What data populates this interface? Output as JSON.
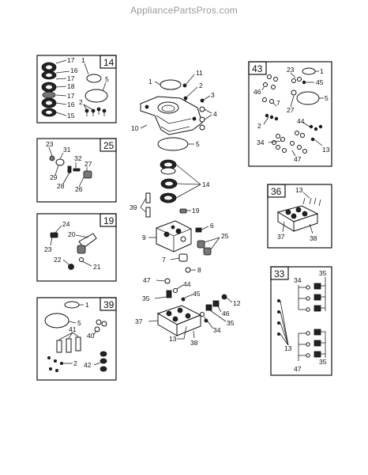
{
  "watermark": "AppliancePartsPros.com",
  "boxes": {
    "b14": {
      "num": "14",
      "labels": [
        "17",
        "16",
        "17",
        "18",
        "17",
        "16",
        "15",
        "1",
        "5",
        "2"
      ]
    },
    "b25": {
      "num": "25",
      "labels": [
        "23",
        "31",
        "32",
        "27",
        "29",
        "28",
        "26"
      ]
    },
    "b19": {
      "num": "19",
      "labels": [
        "24",
        "20",
        "23",
        "22",
        "21"
      ]
    },
    "b39": {
      "num": "39",
      "labels": [
        "1",
        "5",
        "41",
        "40",
        "2",
        "42"
      ]
    },
    "b43": {
      "num": "43",
      "labels": [
        "23",
        "1",
        "45",
        "46",
        "5",
        "7",
        "27",
        "2",
        "44",
        "34",
        "13",
        "47"
      ]
    },
    "b36": {
      "num": "36",
      "labels": [
        "13",
        "37",
        "38"
      ]
    },
    "b33": {
      "num": "33",
      "labels": [
        "34",
        "35",
        "13",
        "35",
        "47"
      ]
    }
  },
  "center_labels": [
    "1",
    "11",
    "2",
    "3",
    "10",
    "4",
    "5",
    "14",
    "39",
    "19",
    "9",
    "6",
    "25",
    "7",
    "8",
    "47",
    "44",
    "35",
    "45",
    "12",
    "46",
    "37",
    "35",
    "34",
    "13",
    "38"
  ]
}
